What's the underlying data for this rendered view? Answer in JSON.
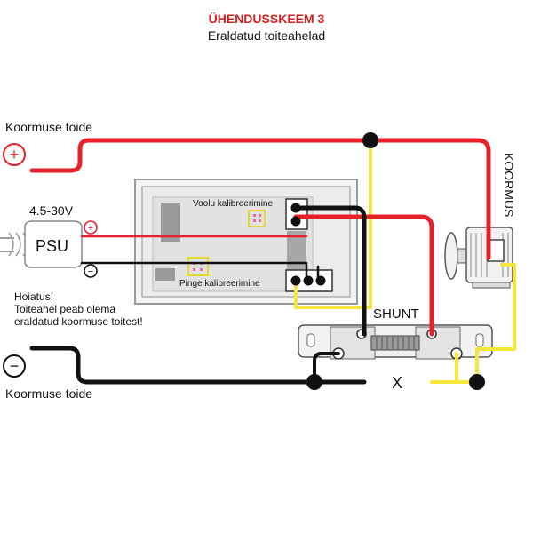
{
  "header": {
    "title": "ÜHENDUSSKEEM 3",
    "subtitle": "Eraldatud toiteahelad"
  },
  "labels": {
    "load_supply_positive": "Koormuse toide",
    "load_supply_negative": "Koormuse toide",
    "psu": "PSU",
    "psu_voltage": "4.5-30V",
    "warning_line1": "Hoiatus!",
    "warning_line2": "Toiteahel peab olema",
    "warning_line3": "eraldatud koormuse toitest!",
    "current_calibration": "Voolu kalibreerimine",
    "voltage_calibration": "Pinge kalibreerimine",
    "shunt": "SHUNT",
    "load": "KOORMUS",
    "x_mark": "X"
  },
  "symbols": {
    "plus": "+",
    "minus": "−"
  },
  "colors": {
    "title": "#d42020",
    "wire_positive": "#e8202a",
    "wire_negative": "#111111",
    "wire_signal": "#f5e63a"
  }
}
